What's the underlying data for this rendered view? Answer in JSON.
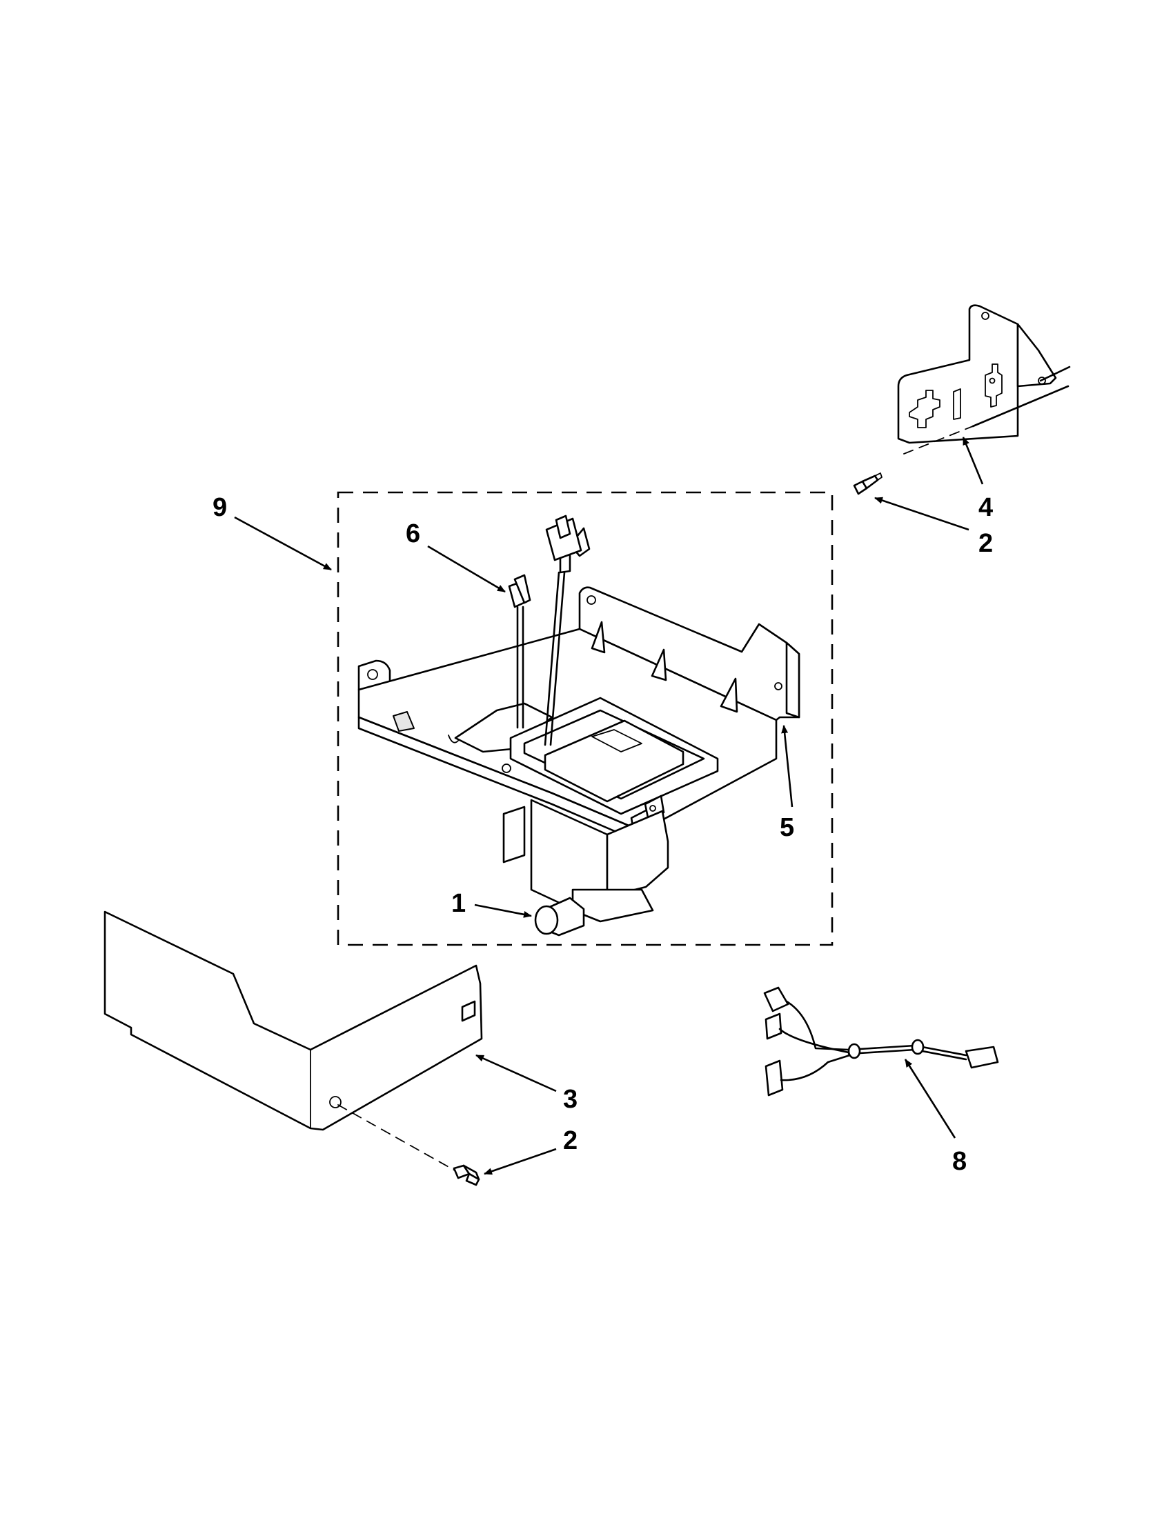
{
  "callouts": {
    "c1": "1",
    "c2a": "2",
    "c2b": "2",
    "c3": "3",
    "c4": "4",
    "c5": "5",
    "c6": "6",
    "c8": "8",
    "c9": "9"
  }
}
